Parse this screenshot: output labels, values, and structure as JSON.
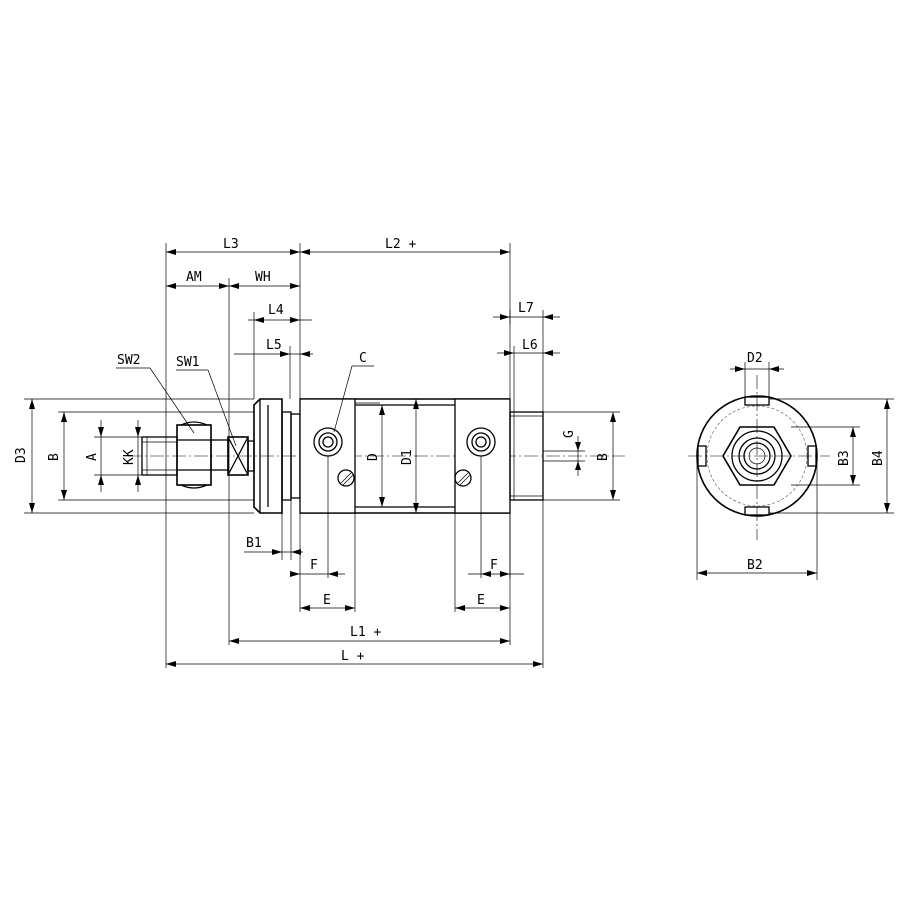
{
  "labels": {
    "L3": "L3",
    "L2": "L2 +",
    "AM": "AM",
    "WH": "WH",
    "L4": "L4",
    "L5": "L5",
    "L7": "L7",
    "L6": "L6",
    "SW2": "SW2",
    "SW1": "SW1",
    "C": "C",
    "D3": "D3",
    "B_left": "B",
    "A": "A",
    "KK": "KK",
    "D": "D",
    "D1": "D1",
    "G": "G",
    "B_right": "B",
    "B1": "B1",
    "F_left": "F",
    "F_right": "F",
    "E_left": "E",
    "E_right": "E",
    "L1": "L1 +",
    "L": "L +",
    "D2": "D2",
    "B3": "B3",
    "B4": "B4",
    "B2": "B2"
  }
}
